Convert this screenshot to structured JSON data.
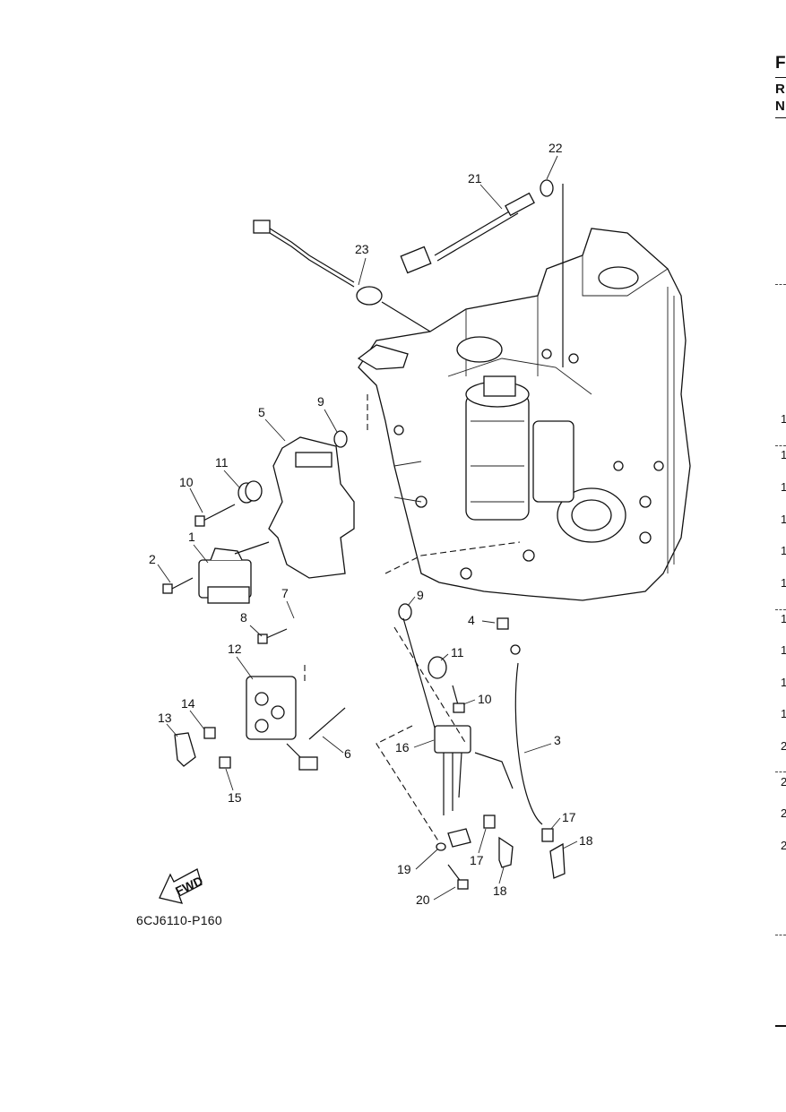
{
  "diagram": {
    "callouts": [
      "1",
      "2",
      "3",
      "4",
      "5",
      "6",
      "7",
      "8",
      "9",
      "9",
      "10",
      "10",
      "11",
      "11",
      "12",
      "13",
      "14",
      "15",
      "16",
      "17",
      "17",
      "18",
      "18",
      "19",
      "20",
      "21",
      "22",
      "23"
    ],
    "fwd_label": "FWD",
    "caption": "6CJ6110-P160"
  },
  "right_edge": {
    "letters": [
      "F",
      "R",
      "N"
    ],
    "numbers": [
      "1",
      "1",
      "1",
      "1",
      "1",
      "1",
      "1",
      "1",
      "1",
      "1",
      "2",
      "2",
      "2",
      "2"
    ]
  }
}
